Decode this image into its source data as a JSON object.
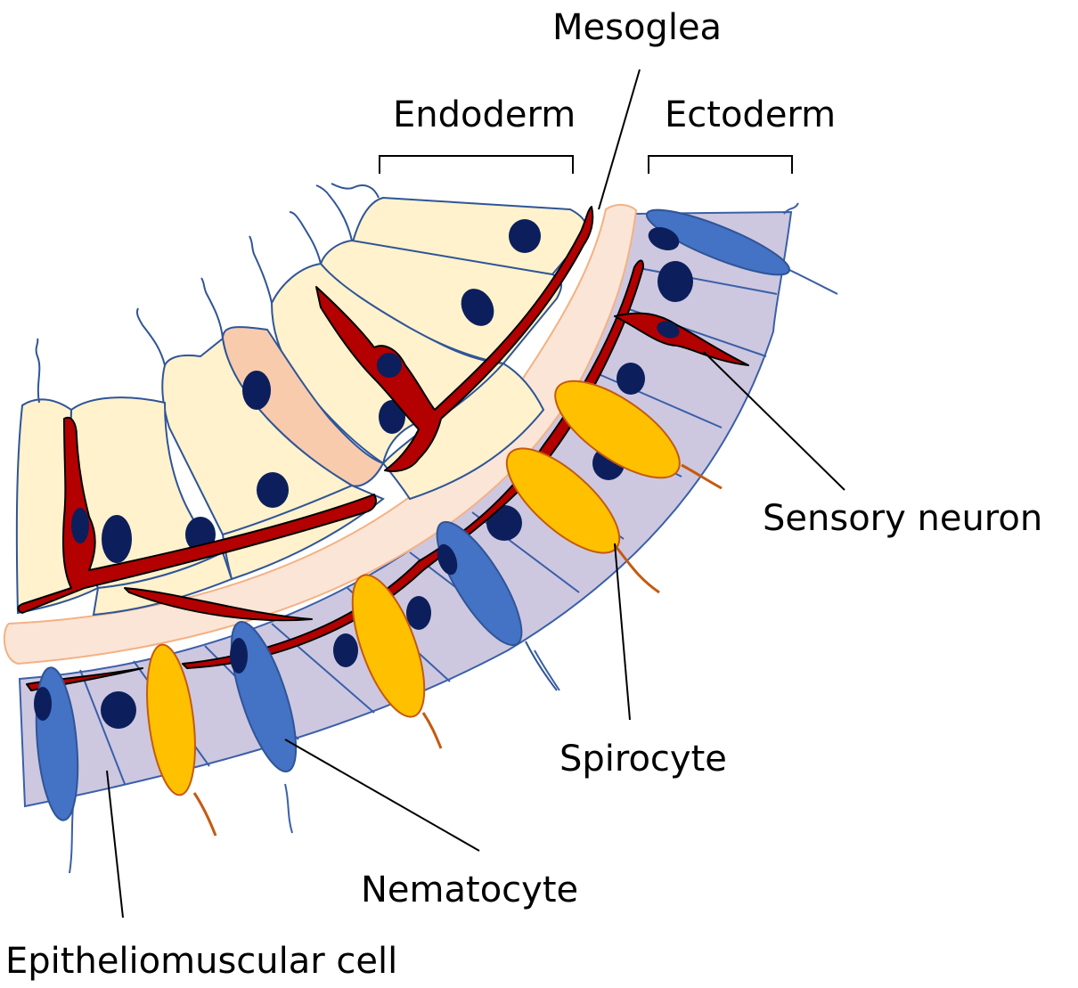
{
  "labels": {
    "mesoglea": "Mesoglea",
    "endoderm": "Endoderm",
    "ectoderm": "Ectoderm",
    "sensory_neuron": "Sensory neuron",
    "spirocyte": "Spirocyte",
    "nematocyte": "Nematocyte",
    "epitheliomuscular_cell": "Epitheliomuscular cell"
  },
  "colors": {
    "endoderm_cell": "#fff2cc",
    "gland_cell": "#f8cbad",
    "ectoderm_layer": "#cdc8e0",
    "mesoglea": "#fbe5d6",
    "nucleus": "#0c1f5c",
    "neuron": "#b30000",
    "nematocyte": "#4472c4",
    "spirocyte": "#ffc000",
    "outline": "#2f5597"
  }
}
